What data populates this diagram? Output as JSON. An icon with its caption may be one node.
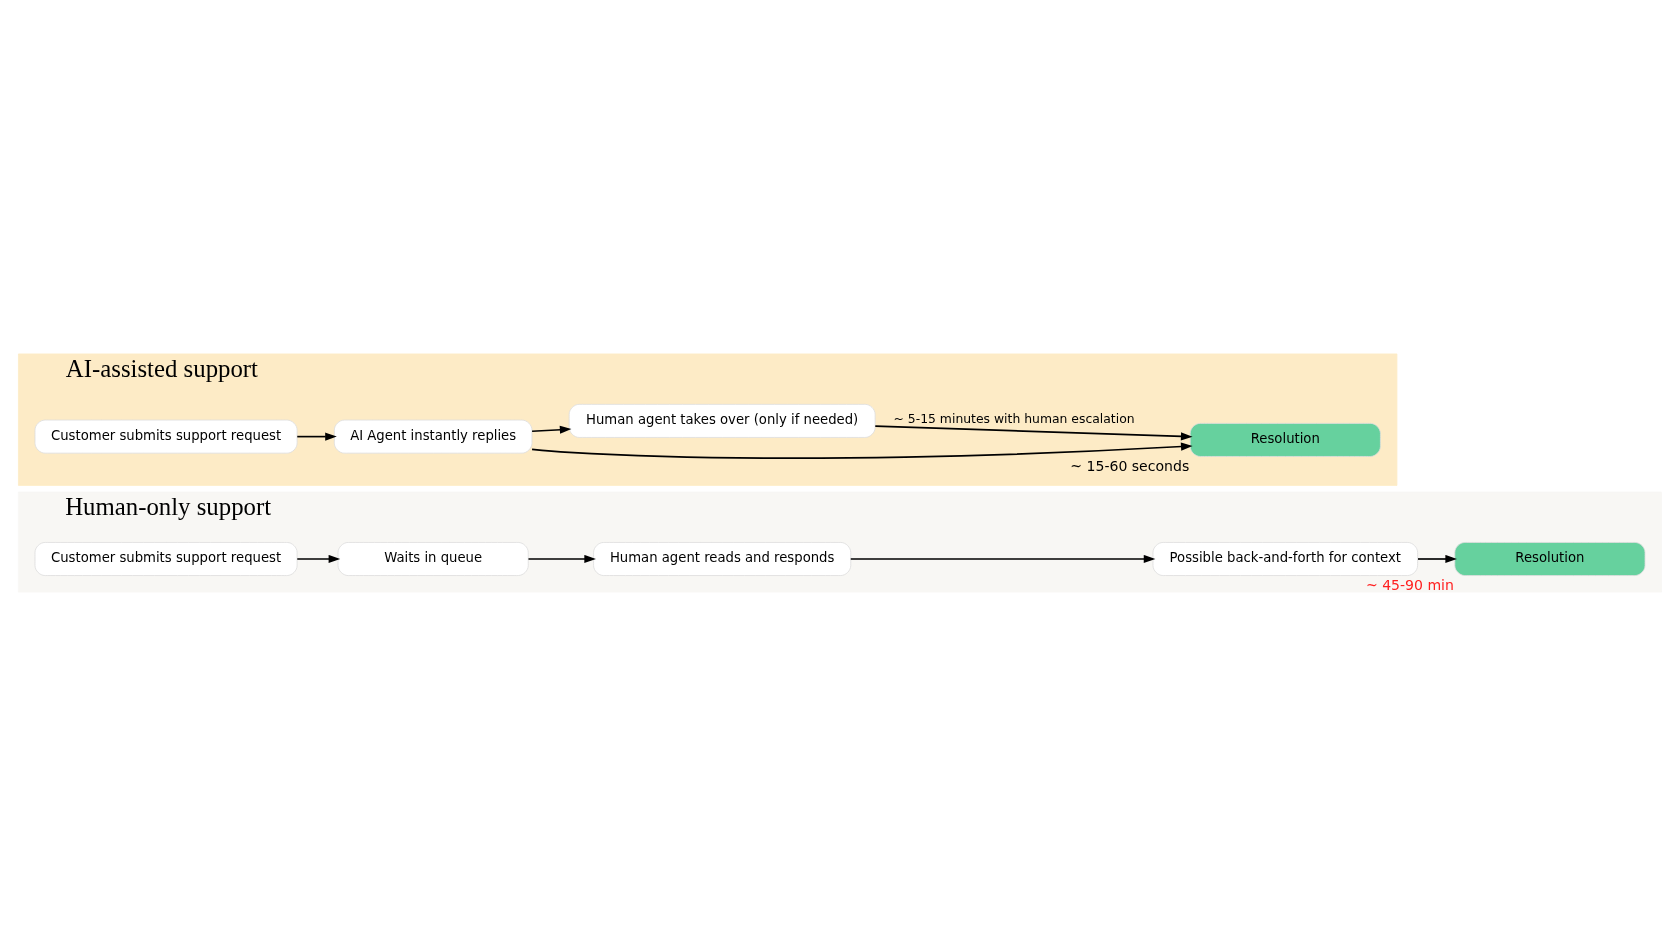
{
  "diagram": {
    "nodes": [
      {
        "text": [
          "Human-only support"
        ]
      },
      {
        "text": [
          "Customer submits support request"
        ],
        "in": 0
      },
      {
        "text": [
          "Waits in queue"
        ],
        "in": 0
      },
      {
        "text": [
          "Human agent reads and responds"
        ],
        "in": 0
      },
      {
        "text": [
          "Possible back-and-forth for context"
        ],
        "in": 0
      },
      {
        "text": [
          "Resolution"
        ],
        "in": 0,
        "beside": [
          "~ 45-90 min"
        ]
      },
      {
        "text": [
          "AI-assisted support"
        ]
      },
      {
        "text": [
          "Customer submits support request"
        ],
        "in": 6
      },
      {
        "text": [
          "AI Agent instantly replies"
        ],
        "in": 6
      },
      {
        "text": [
          "Resolution"
        ],
        "in": 6,
        "beside": [
          "~ 15-60 seconds"
        ]
      },
      {
        "text": [
          "Human agent takes over (only if needed)"
        ],
        "in": 6
      }
    ],
    "edges": [
      {
        "from": 1,
        "to": 2,
        "arrow": "to"
      },
      {
        "from": 2,
        "to": 3,
        "arrow": "to"
      },
      {
        "from": 3,
        "to": 4,
        "arrow": "to"
      },
      {
        "from": 4,
        "to": 5,
        "arrow": "to"
      },
      {
        "from": 7,
        "to": 8,
        "arrow": "to"
      },
      {
        "from": 8,
        "to": 9,
        "arrow": "to"
      },
      {
        "from": 8,
        "to": 10,
        "arrow": "to"
      },
      {
        "from": 10,
        "to": 9,
        "arrow": "to",
        "label": "~ 5-15 minutes with human escalation"
      }
    ]
  }
}
